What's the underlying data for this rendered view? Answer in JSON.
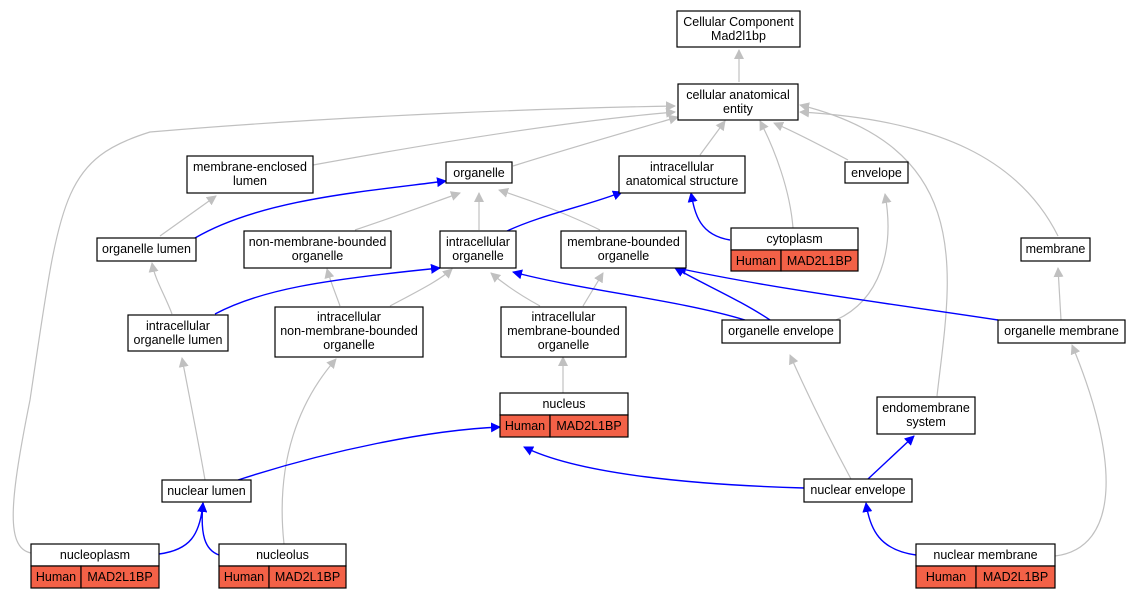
{
  "colors": {
    "isa_edge": "#c0c0c0",
    "partof_edge": "#0000ff",
    "annotation_fill": "#f36147",
    "node_border": "#000000",
    "node_fill": "#ffffff"
  },
  "nodes": {
    "root": [
      "Cellular Component",
      "Mad2l1bp"
    ],
    "cellular_anatomical_entity": [
      "cellular anatomical",
      "entity"
    ],
    "membrane_enclosed_lumen": [
      "membrane-enclosed",
      "lumen"
    ],
    "organelle": [
      "organelle"
    ],
    "intracellular_anatomical_structure": [
      "intracellular",
      "anatomical structure"
    ],
    "envelope": [
      "envelope"
    ],
    "organelle_lumen": [
      "organelle lumen"
    ],
    "non_membrane_bounded_organelle": [
      "non-membrane-bounded",
      "organelle"
    ],
    "intracellular_organelle": [
      "intracellular",
      "organelle"
    ],
    "membrane_bounded_organelle": [
      "membrane-bounded",
      "organelle"
    ],
    "cytoplasm": [
      "cytoplasm"
    ],
    "membrane": [
      "membrane"
    ],
    "intracellular_organelle_lumen": [
      "intracellular",
      "organelle lumen"
    ],
    "intracellular_non_membrane_bounded_organelle": [
      "intracellular",
      "non-membrane-bounded",
      "organelle"
    ],
    "intracellular_membrane_bounded_organelle": [
      "intracellular",
      "membrane-bounded",
      "organelle"
    ],
    "organelle_envelope": [
      "organelle envelope"
    ],
    "organelle_membrane": [
      "organelle membrane"
    ],
    "nucleus": [
      "nucleus"
    ],
    "endomembrane_system": [
      "endomembrane",
      "system"
    ],
    "nuclear_lumen": [
      "nuclear lumen"
    ],
    "nuclear_envelope": [
      "nuclear envelope"
    ],
    "nucleoplasm": [
      "nucleoplasm"
    ],
    "nucleolus": [
      "nucleolus"
    ],
    "nuclear_membrane": [
      "nuclear membrane"
    ]
  },
  "annotations": {
    "species": "Human",
    "gene": "MAD2L1BP"
  }
}
